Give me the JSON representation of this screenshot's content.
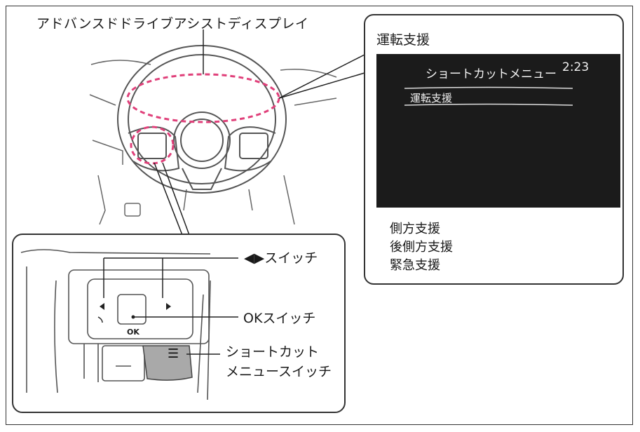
{
  "diagram": {
    "display_label": "アドバンスドドライブアシストディスプレイ",
    "callout": {
      "title": "運転支援",
      "screen": {
        "menu_title": "ショートカットメニュー",
        "time": "2:23",
        "selected_item": "運転支援"
      },
      "other_items": [
        "側方支援",
        "後側方支援",
        "緊急支援"
      ]
    },
    "switch_labels": {
      "arrows": "◀▶スイッチ",
      "ok": "OKスイッチ",
      "shortcut_line1": "ショートカット",
      "shortcut_line2": "メニュースイッチ"
    },
    "button_ok_text": "OK",
    "shortcut_icon": "list-menu-icon",
    "colors": {
      "highlight_dashed": "#e0407a",
      "screen_bg": "#1b1b1b",
      "shortcut_button": "#a9a9a9"
    }
  }
}
